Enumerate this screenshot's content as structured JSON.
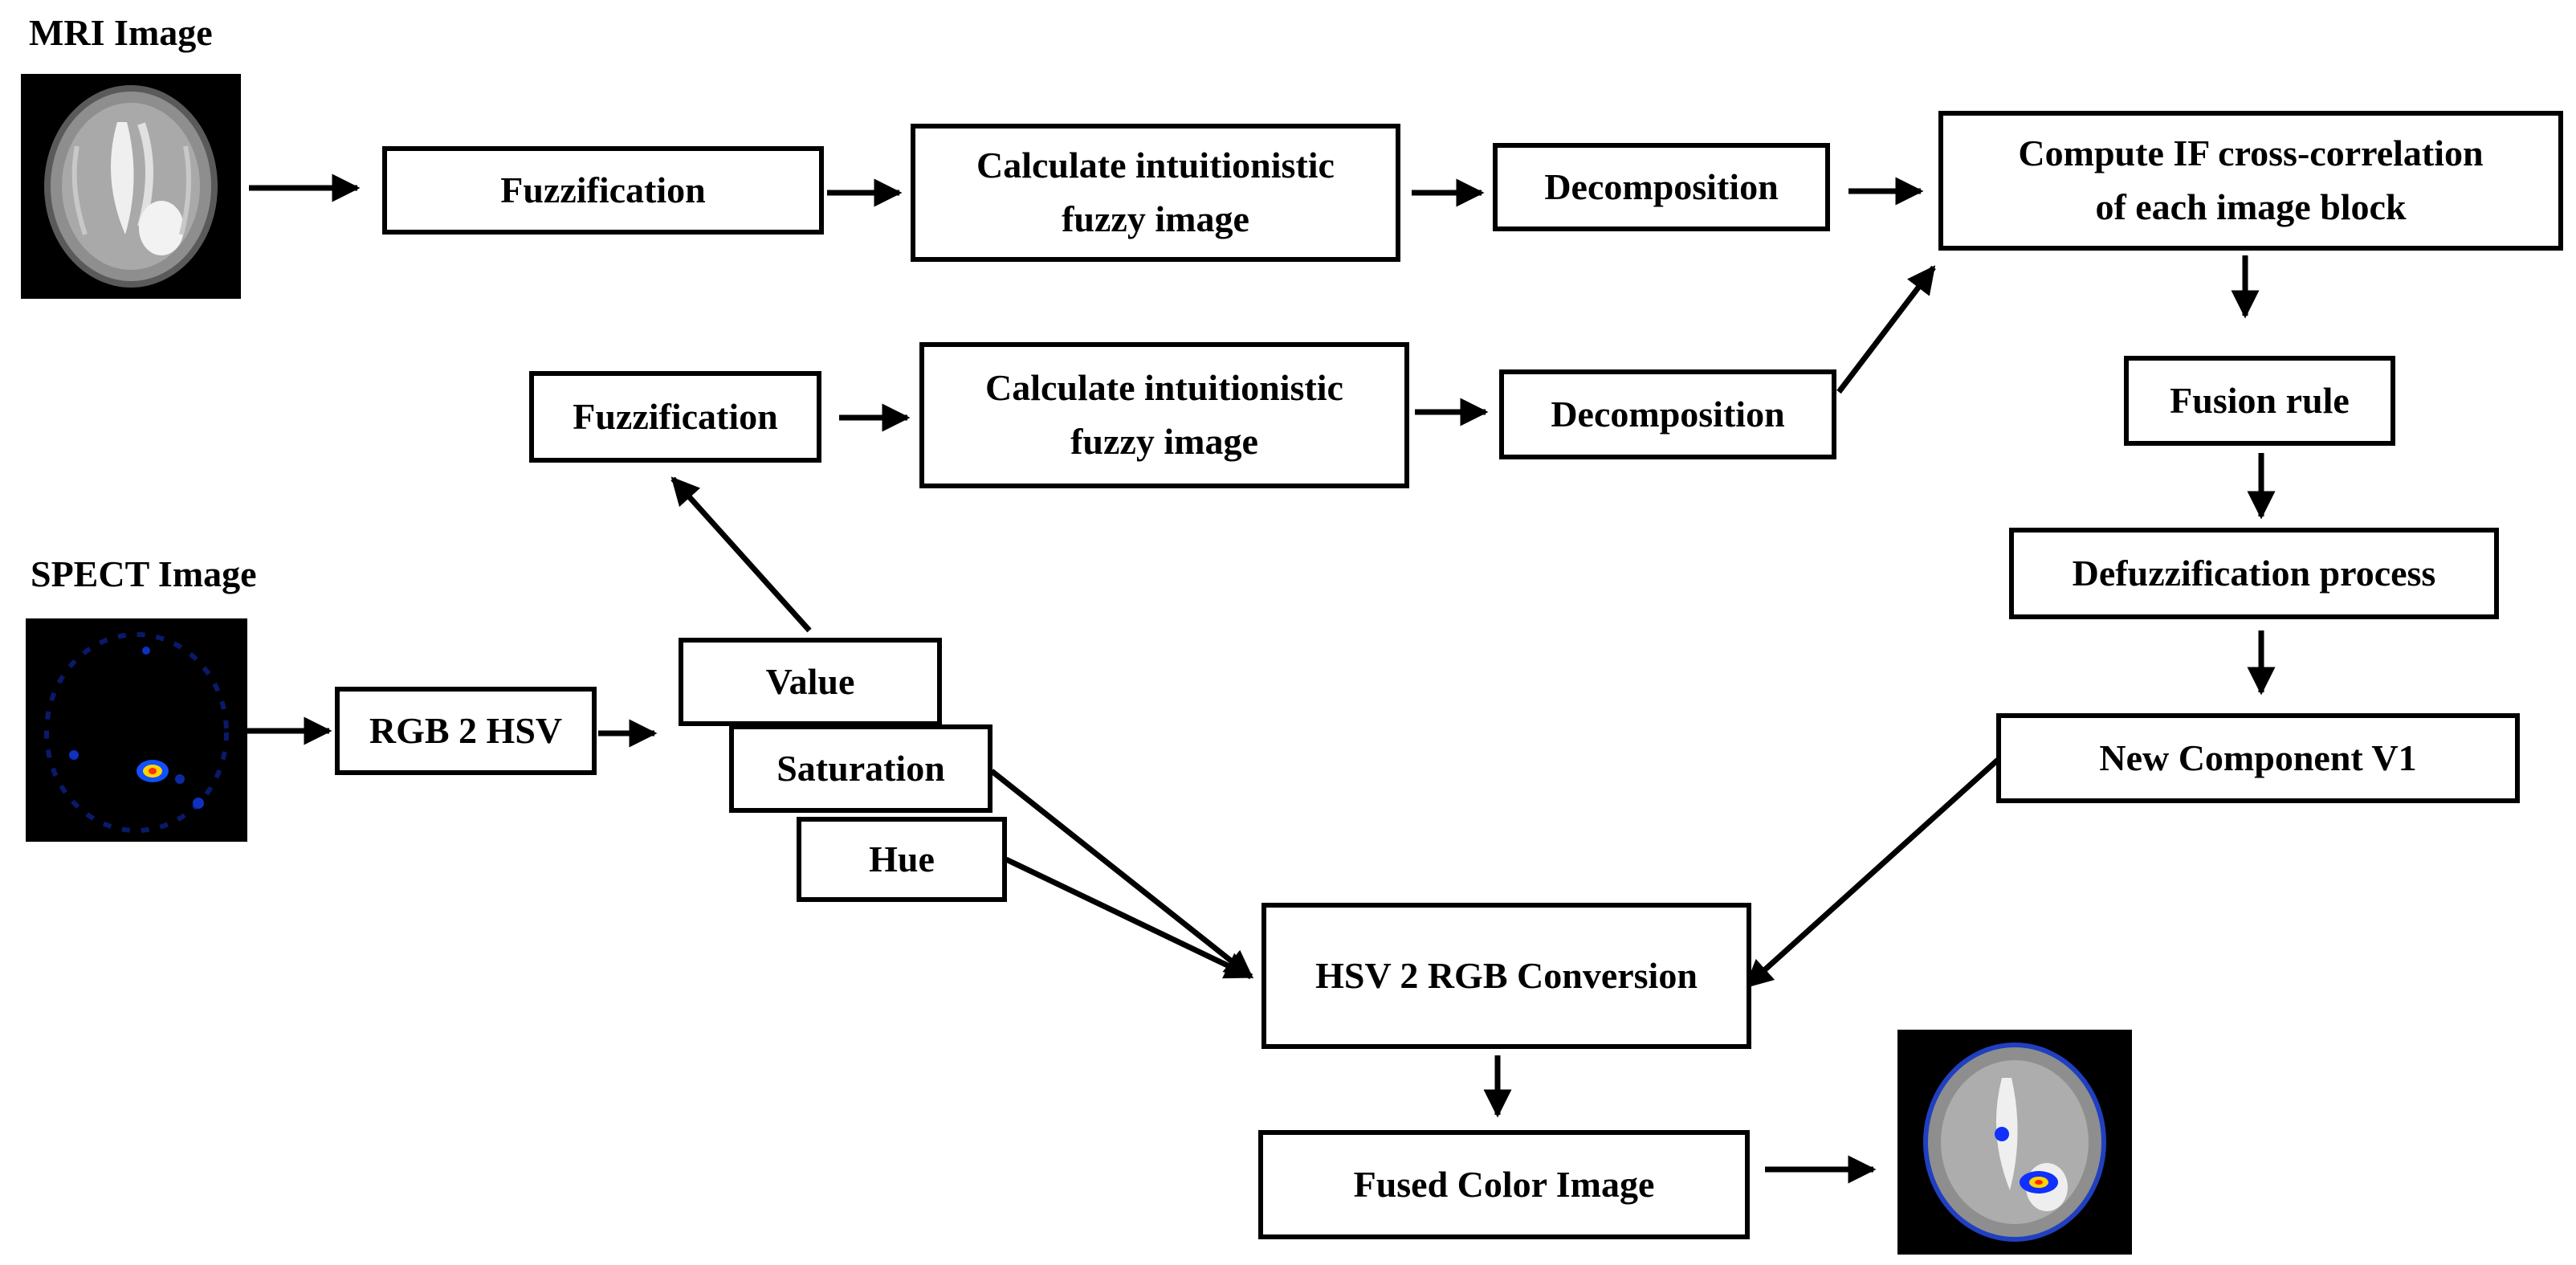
{
  "labels": {
    "mri": "MRI Image",
    "spect": "SPECT Image"
  },
  "mri_branch": {
    "fuzzification": "Fuzzification",
    "intuitionistic_line1": "Calculate intuitionistic",
    "intuitionistic_line2": "fuzzy image",
    "decomposition": "Decomposition"
  },
  "spect_branch": {
    "rgb2hsv": "RGB 2 HSV",
    "value": "Value",
    "saturation": "Saturation",
    "hue": "Hue",
    "fuzzification": "Fuzzification",
    "intuitionistic_line1": "Calculate intuitionistic",
    "intuitionistic_line2": "fuzzy image",
    "decomposition": "Decomposition"
  },
  "fusion": {
    "cross_corr_line1": "Compute IF cross-correlation",
    "cross_corr_line2": "of each image block",
    "fusion_rule": "Fusion rule",
    "defuzzification": "Defuzzification process",
    "new_component": "New Component V1",
    "hsv2rgb": "HSV 2 RGB Conversion",
    "fused": "Fused Color Image"
  }
}
